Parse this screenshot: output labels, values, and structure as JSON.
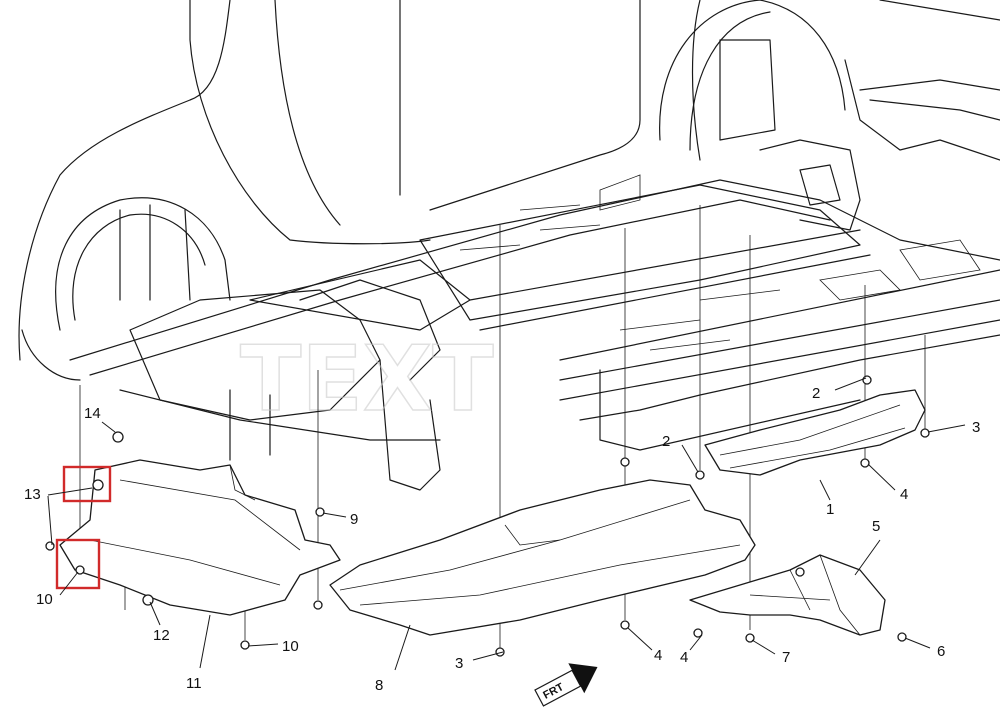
{
  "labels": [
    "1",
    "2",
    "2",
    "3",
    "3",
    "4",
    "4",
    "4",
    "5",
    "6",
    "7",
    "8",
    "9",
    "10",
    "10",
    "11",
    "12",
    "13",
    "14"
  ],
  "front_indicator": "FRT",
  "highlight_color": "#d12a2a"
}
